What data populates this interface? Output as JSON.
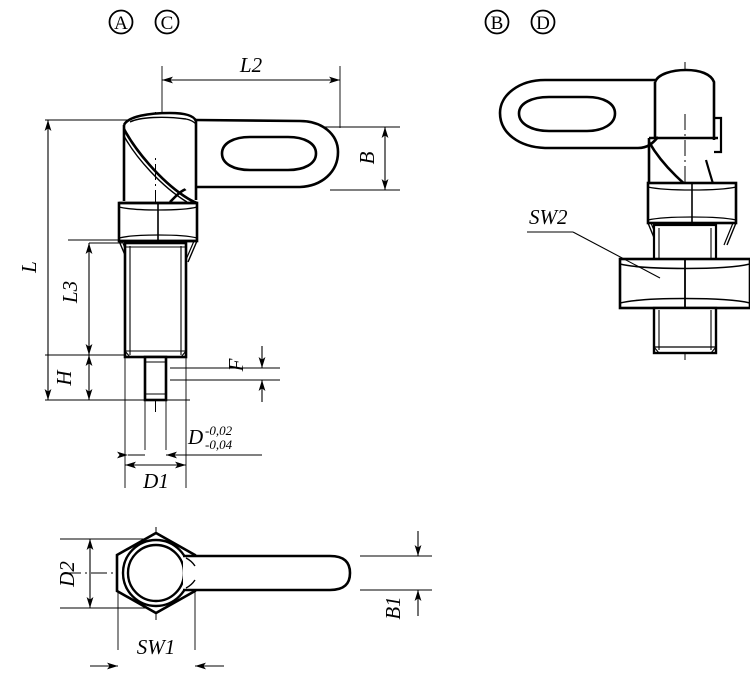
{
  "drawing": {
    "title": "Cam-action indexing plunger technical drawing",
    "background_color": "#ffffff",
    "line_color": "#000000"
  },
  "view_tags": [
    {
      "id": "tag-a",
      "label": "A"
    },
    {
      "id": "tag-c",
      "label": "C"
    },
    {
      "id": "tag-b",
      "label": "B"
    },
    {
      "id": "tag-d",
      "label": "D"
    }
  ],
  "dimensions": {
    "l2": "L2",
    "b": "B",
    "l": "L",
    "l3": "L3",
    "h": "H",
    "f": "F",
    "d": "D",
    "d_tol_upper": "-0,02",
    "d_tol_lower": "-0,04",
    "d1": "D1",
    "d2": "D2",
    "sw1": "SW1",
    "b1": "B1",
    "sw2": "SW2"
  }
}
